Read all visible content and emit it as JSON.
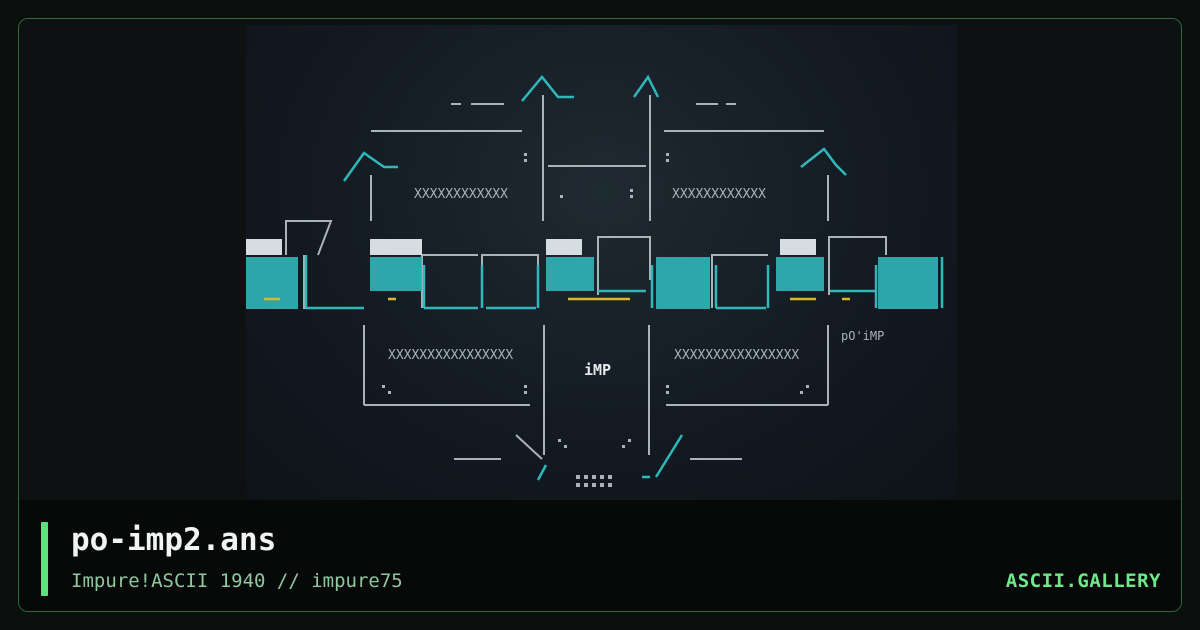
{
  "artwork": {
    "alt": "po-imp2.ans ANSI art",
    "art_text": {
      "x_row_1": "XXXXXXXXXXXX",
      "x_row_2": "XXXXXXXXXXXX",
      "x_row_3": "XXXXXXXXXXXXXXXX",
      "x_row_4": "XXXXXXXXXXXXXXXX",
      "logo_center": "iMP",
      "signature": "pO'iMP"
    },
    "colors": {
      "teal": "#2fb7b9",
      "yellow": "#d9b628",
      "grey": "#a9b3b8",
      "white": "#e6eaec"
    }
  },
  "info": {
    "title": "po-imp2.ans",
    "subtitle": "Impure!ASCII 1940 // impure75",
    "brand": "ASCII.GALLERY",
    "accent_color": "#5ee07d"
  }
}
